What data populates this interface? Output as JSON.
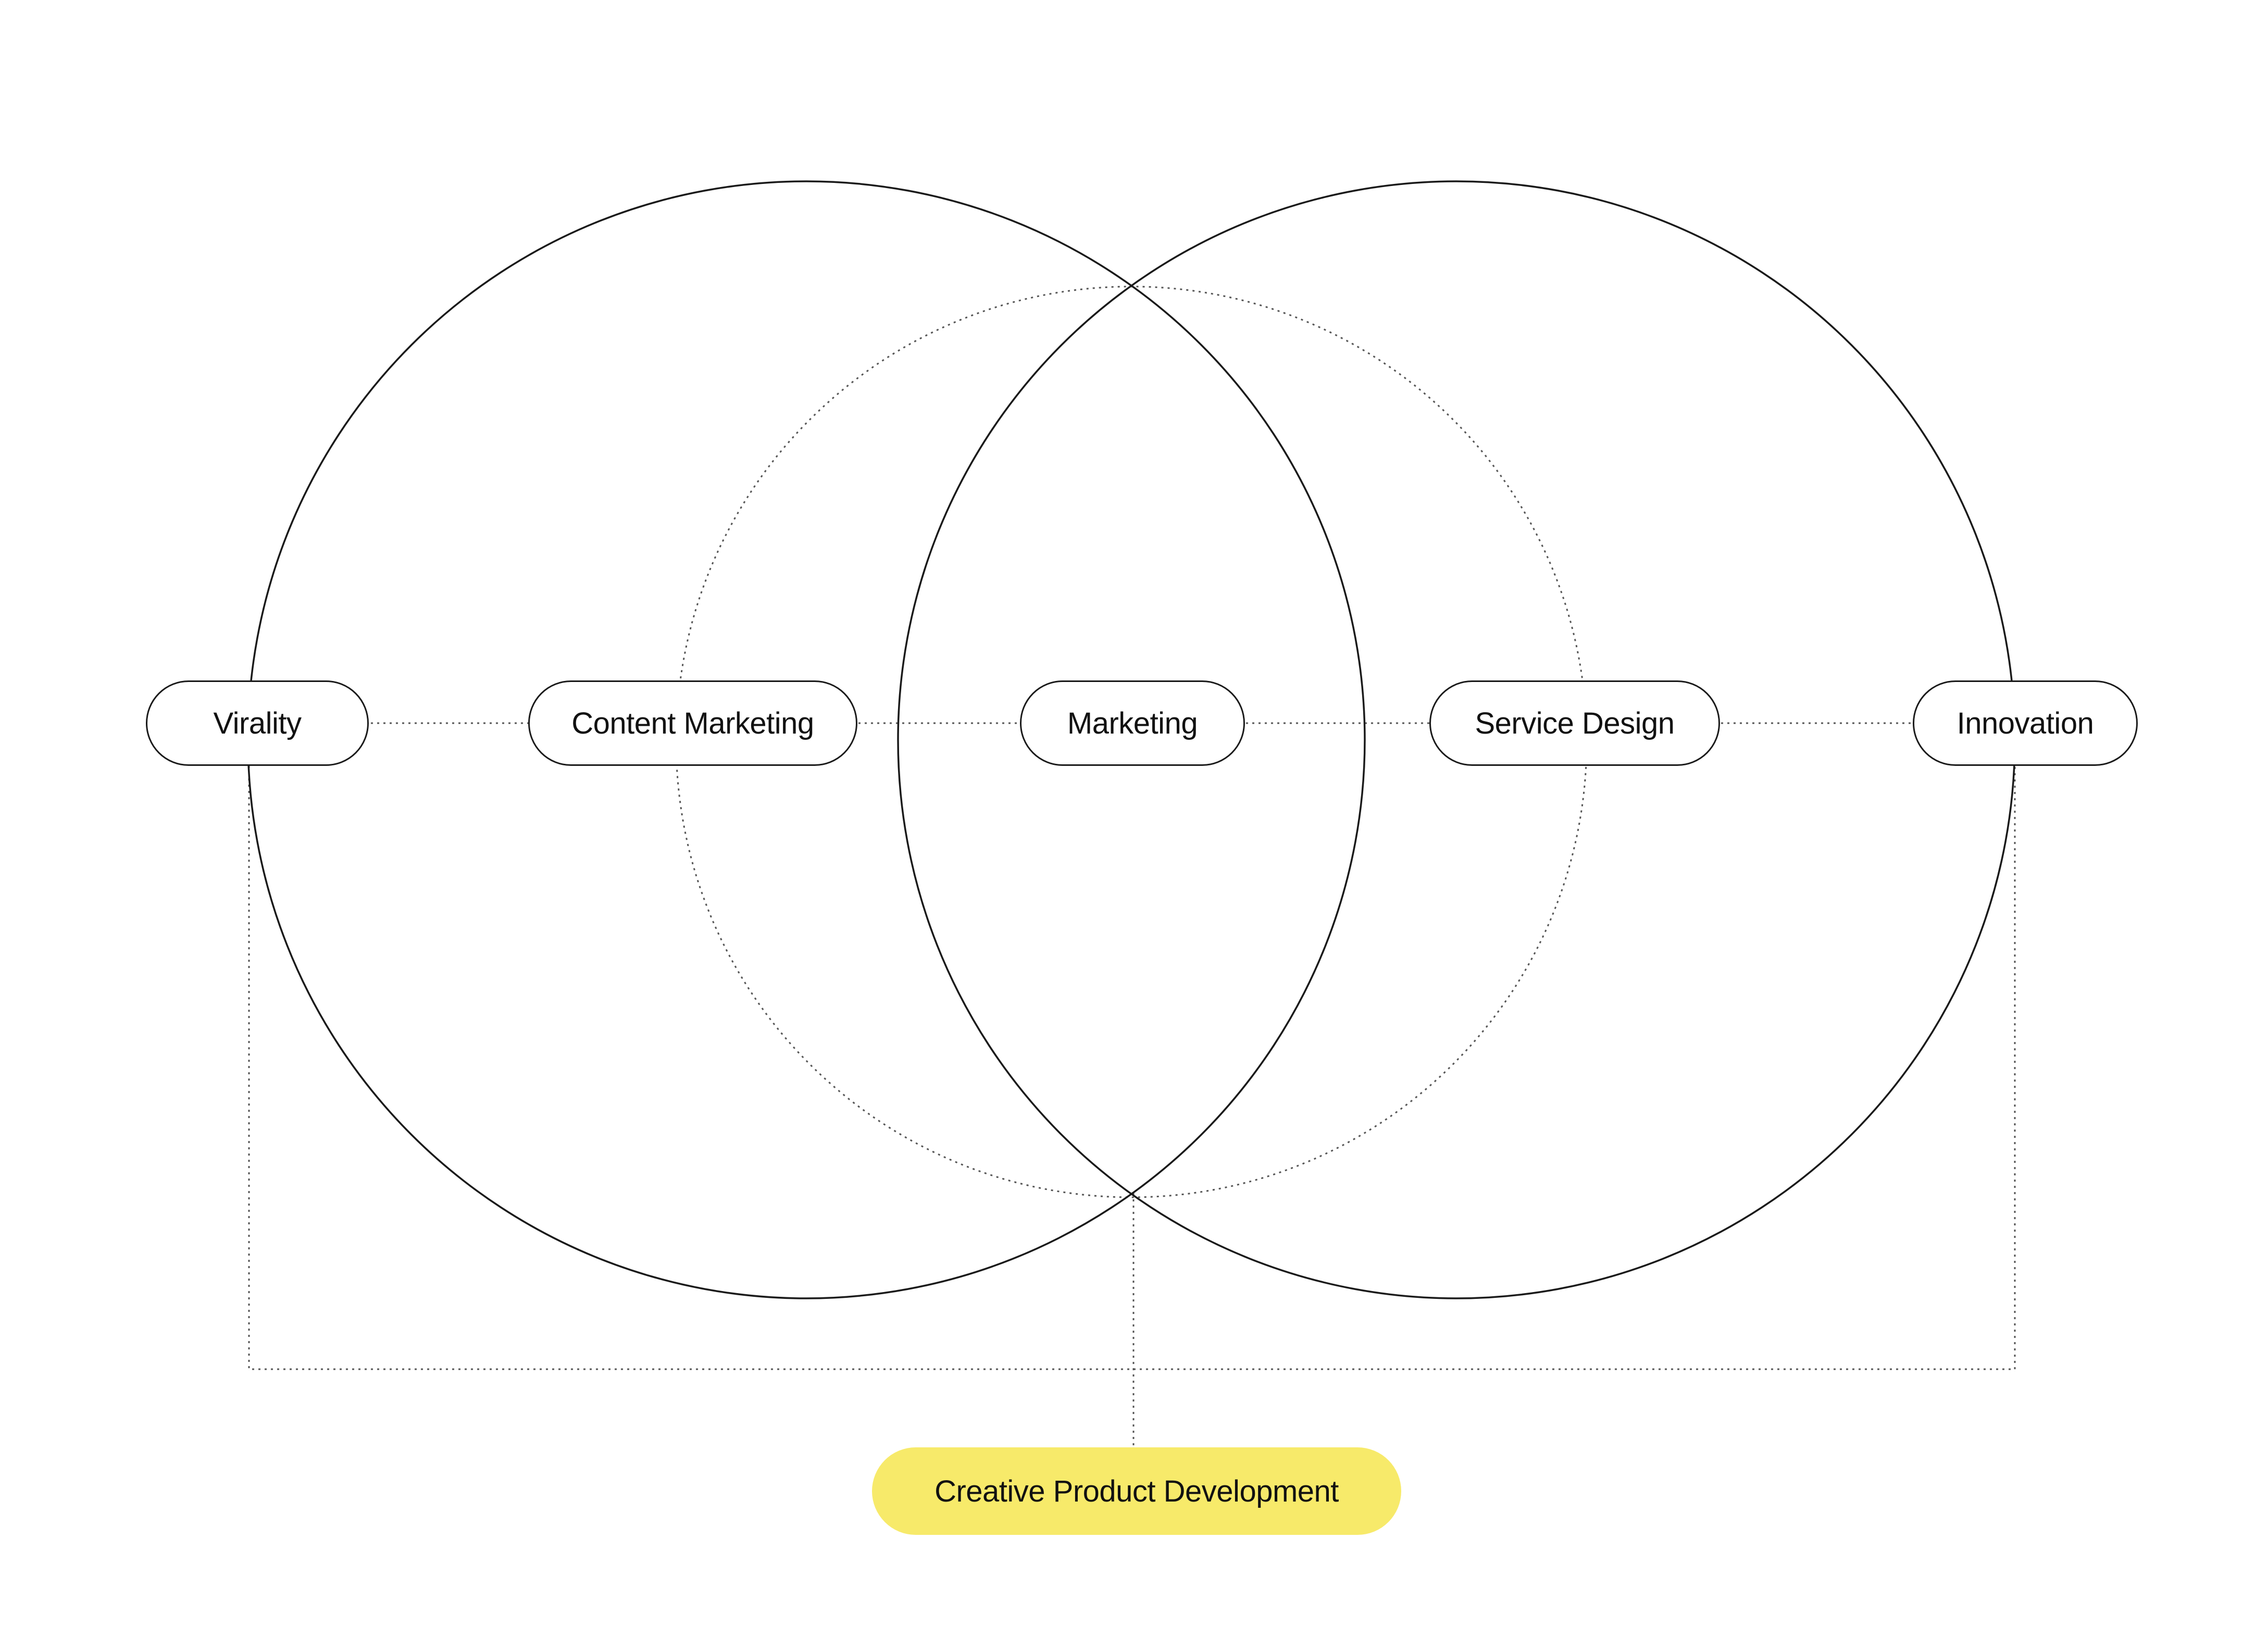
{
  "diagram": {
    "nodes": [
      {
        "id": "virality",
        "label": "Virality"
      },
      {
        "id": "content-marketing",
        "label": "Content Marketing"
      },
      {
        "id": "marketing",
        "label": "Marketing"
      },
      {
        "id": "service-design",
        "label": "Service Design"
      },
      {
        "id": "innovation",
        "label": "Innovation"
      }
    ],
    "result": {
      "label": "Creative Product Development"
    },
    "colors": {
      "stroke": "#1a1a1a",
      "dotted": "#555555",
      "highlight": "#f7ea6a",
      "background": "#ffffff"
    }
  }
}
